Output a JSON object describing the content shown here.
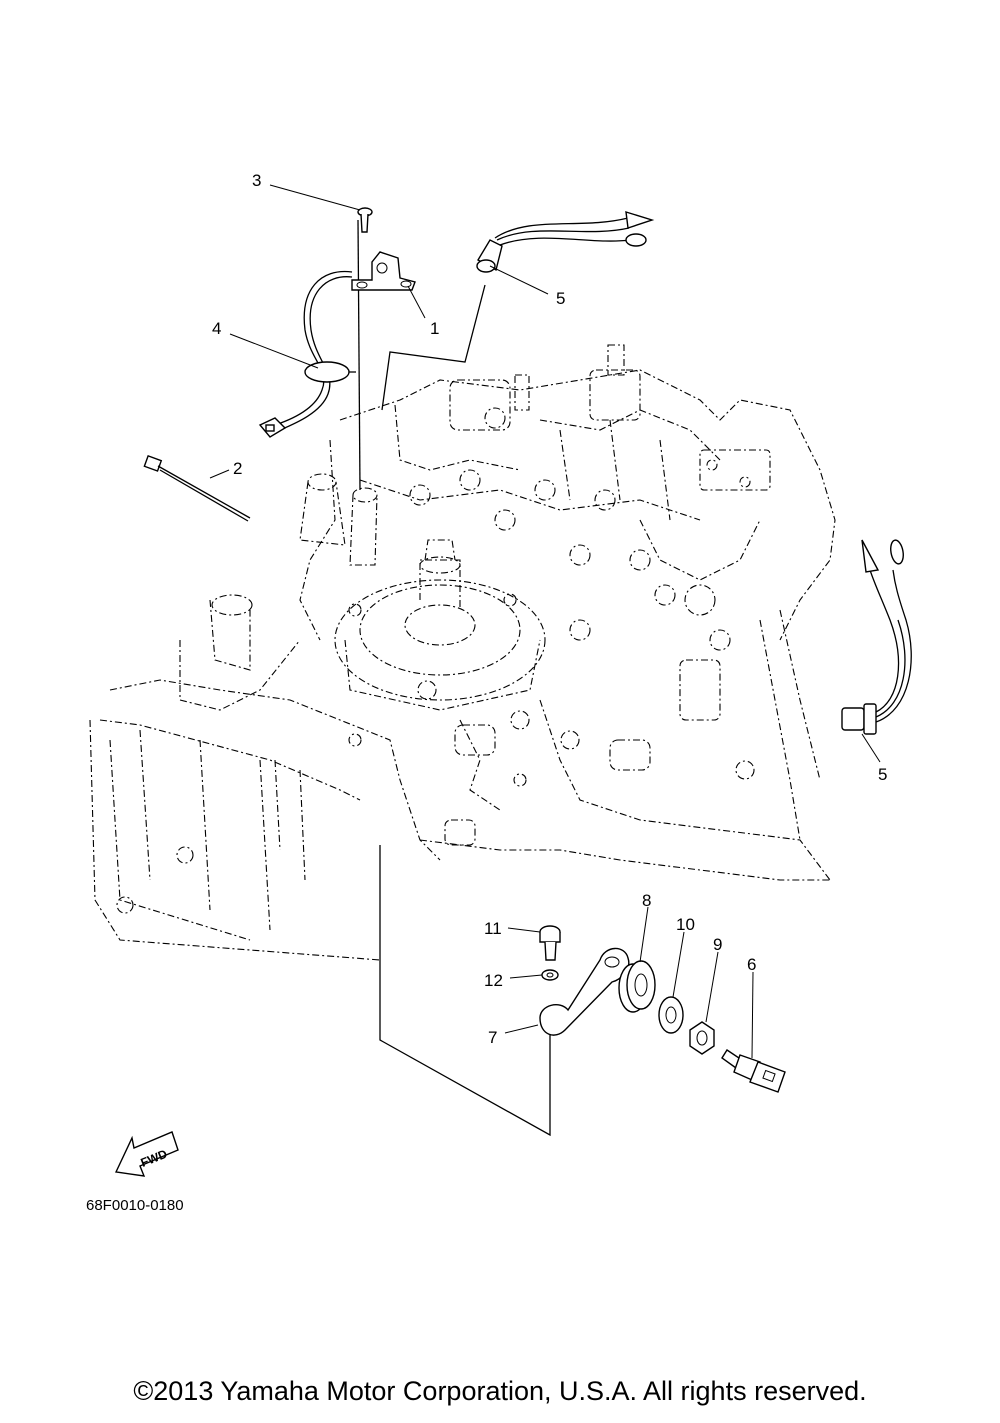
{
  "callouts": {
    "c1": "1",
    "c2": "2",
    "c3": "3",
    "c4": "4",
    "c5a": "5",
    "c5b": "5",
    "c6": "6",
    "c7": "7",
    "c8": "8",
    "c9": "9",
    "c10": "10",
    "c11": "11",
    "c12": "12"
  },
  "fwd_label": "FWD",
  "diagram_ref": "68F0010-0180",
  "copyright": "©2013 Yamaha Motor Corporation, U.S.A. All rights reserved."
}
